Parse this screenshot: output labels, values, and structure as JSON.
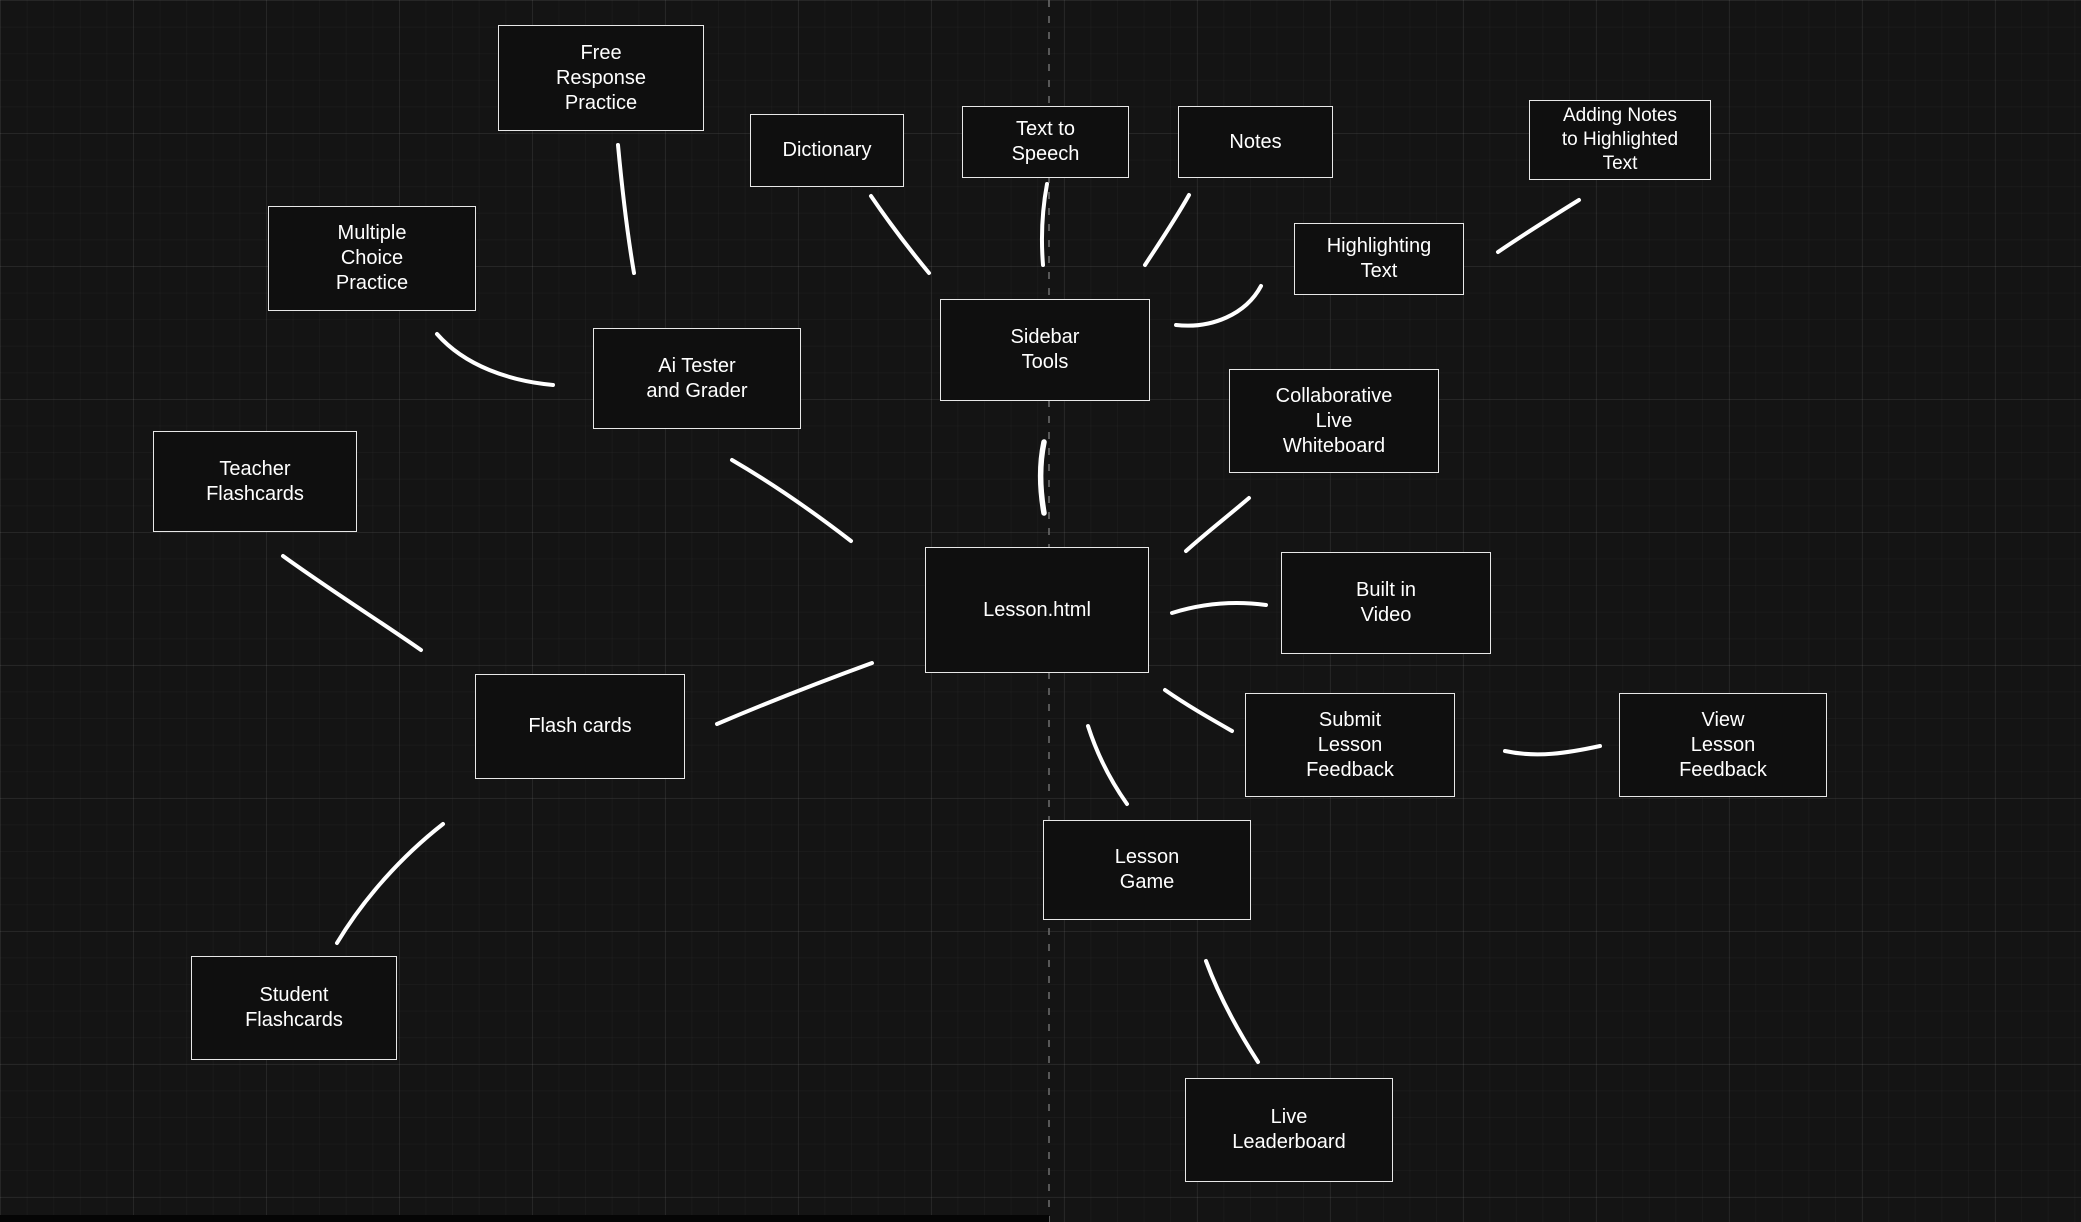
{
  "canvas": {
    "background_color": "#141414",
    "node_fill": "#0f0f0f",
    "node_border": "#e8e8e8",
    "text_color": "#ffffff",
    "connector_color": "#ffffff",
    "guide_color": "#6f6f6f"
  },
  "nodes": [
    {
      "id": "free-response-practice",
      "label": "Free\nResponse\nPractice"
    },
    {
      "id": "multiple-choice-practice",
      "label": "Multiple\nChoice\nPractice"
    },
    {
      "id": "dictionary",
      "label": "Dictionary"
    },
    {
      "id": "text-to-speech",
      "label": "Text to\nSpeech"
    },
    {
      "id": "notes",
      "label": "Notes"
    },
    {
      "id": "adding-notes-to-highlighted-text",
      "label": "Adding Notes\nto Highlighted\nText"
    },
    {
      "id": "highlighting-text",
      "label": "Highlighting\nText"
    },
    {
      "id": "ai-tester-and-grader",
      "label": "Ai Tester\nand Grader"
    },
    {
      "id": "sidebar-tools",
      "label": "Sidebar\nTools"
    },
    {
      "id": "teacher-flashcards",
      "label": "Teacher\nFlashcards"
    },
    {
      "id": "collaborative-live-whiteboard",
      "label": "Collaborative\nLive\nWhiteboard"
    },
    {
      "id": "lesson-html",
      "label": "Lesson.html"
    },
    {
      "id": "built-in-video",
      "label": "Built in\nVideo"
    },
    {
      "id": "flash-cards",
      "label": "Flash cards"
    },
    {
      "id": "submit-lesson-feedback",
      "label": "Submit\nLesson\nFeedback"
    },
    {
      "id": "view-lesson-feedback",
      "label": "View\nLesson\nFeedback"
    },
    {
      "id": "lesson-game",
      "label": "Lesson\nGame"
    },
    {
      "id": "student-flashcards",
      "label": "Student\nFlashcards"
    },
    {
      "id": "live-leaderboard",
      "label": "Live\nLeaderboard"
    }
  ],
  "edges": [
    {
      "from": "free-response-practice",
      "to": "ai-tester-and-grader"
    },
    {
      "from": "multiple-choice-practice",
      "to": "ai-tester-and-grader"
    },
    {
      "from": "dictionary",
      "to": "sidebar-tools"
    },
    {
      "from": "text-to-speech",
      "to": "sidebar-tools"
    },
    {
      "from": "notes",
      "to": "sidebar-tools"
    },
    {
      "from": "adding-notes-to-highlighted-text",
      "to": "highlighting-text"
    },
    {
      "from": "highlighting-text",
      "to": "sidebar-tools"
    },
    {
      "from": "sidebar-tools",
      "to": "lesson-html"
    },
    {
      "from": "ai-tester-and-grader",
      "to": "lesson-html"
    },
    {
      "from": "teacher-flashcards",
      "to": "flash-cards"
    },
    {
      "from": "collaborative-live-whiteboard",
      "to": "lesson-html"
    },
    {
      "from": "lesson-html",
      "to": "built-in-video"
    },
    {
      "from": "lesson-html",
      "to": "flash-cards"
    },
    {
      "from": "lesson-html",
      "to": "submit-lesson-feedback"
    },
    {
      "from": "submit-lesson-feedback",
      "to": "view-lesson-feedback"
    },
    {
      "from": "lesson-html",
      "to": "lesson-game"
    },
    {
      "from": "flash-cards",
      "to": "student-flashcards"
    },
    {
      "from": "lesson-game",
      "to": "live-leaderboard"
    }
  ]
}
